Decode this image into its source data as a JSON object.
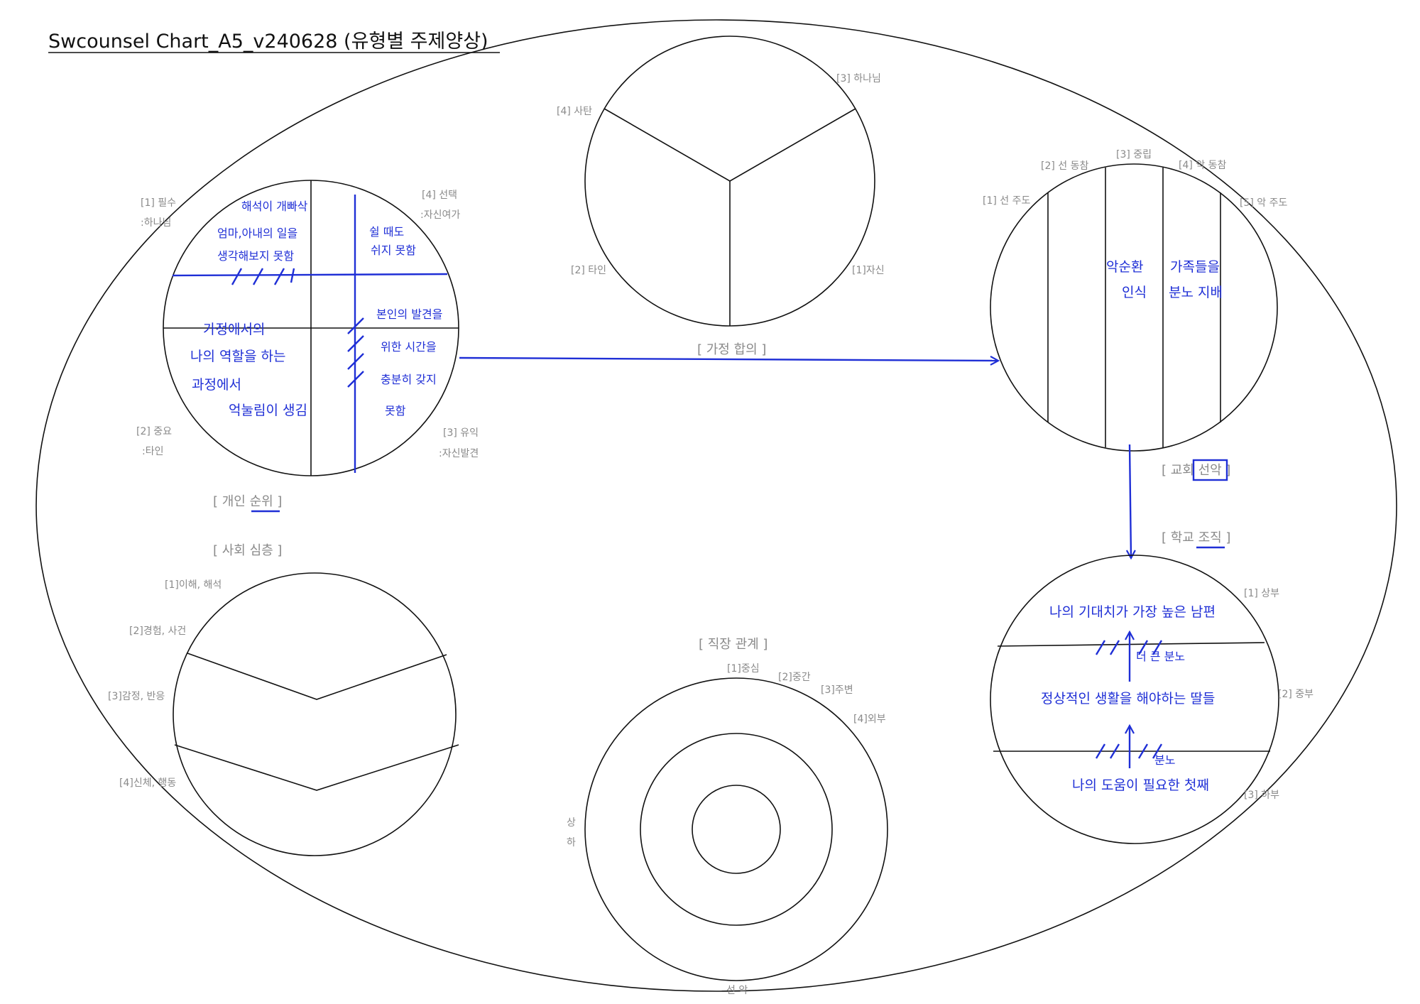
{
  "title": "Swcounsel Chart_A5_v240628 (유형별 주제양상)",
  "personal": {
    "section": "[ 개인 순위 ]",
    "q1": "[1] 필수",
    "q1_sub": ":하나님",
    "q4": "[4] 선택",
    "q4_sub": ":자신여가",
    "q2": "[2] 중요",
    "q2_sub": ":타인",
    "q3": "[3] 유익",
    "q3_sub": ":자신발견",
    "notes": {
      "tl": [
        "해석이 개빠삭",
        "엄마,아내의 일을",
        "생각해보지 못함"
      ],
      "tr": [
        "쉴 때도",
        "쉬지 못함"
      ],
      "bl": [
        "가정에서의",
        "나의 역할을 하는",
        "과정에서",
        "억눌림이 생김"
      ],
      "br": [
        "본인의 발견을",
        "위한 시간을",
        "충분히 갖지",
        "못함"
      ]
    }
  },
  "family": {
    "section": "[ 가정 합의 ]",
    "l3": "[3] 하나님",
    "l4": "[4] 사탄",
    "l2": "[2] 타인",
    "l1": "[1]자신"
  },
  "church": {
    "section": "[ 교회 선악 ]",
    "l1": "[1] 선 주도",
    "l2": "[2] 선 동참",
    "l3": "[3] 중립",
    "l4": "[4] 악 동참",
    "l5": "[5] 악 주도",
    "notes": {
      "a": [
        "악순환",
        "인식"
      ],
      "b": [
        "가족들을",
        "분노 지배"
      ]
    }
  },
  "school": {
    "section": "[ 학교 조직 ]",
    "l1": "[1] 상부",
    "l2": "[2] 중부",
    "l3": "[3] 하부",
    "notes": {
      "top": "나의 기대치가 가장 높은 남편",
      "mid_label": "더 큰 분노",
      "mid": "정상적인 생활을 해야하는 딸들",
      "low_label": "분노",
      "bottom": "나의 도움이 필요한 첫째"
    }
  },
  "society": {
    "section": "[ 사회 심층  ]",
    "l1": "[1]이해, 해석",
    "l2": "[2]경험, 사건",
    "l3": "[3]감정, 반응",
    "l4": "[4]신체, 행동"
  },
  "work": {
    "section": "[ 직장 관계 ]",
    "l1": "[1]중심",
    "l2": "[2]중간",
    "l3": "[3]주변",
    "l4": "[4]외부",
    "up": "상",
    "down": "하",
    "bottom": "선 악"
  }
}
